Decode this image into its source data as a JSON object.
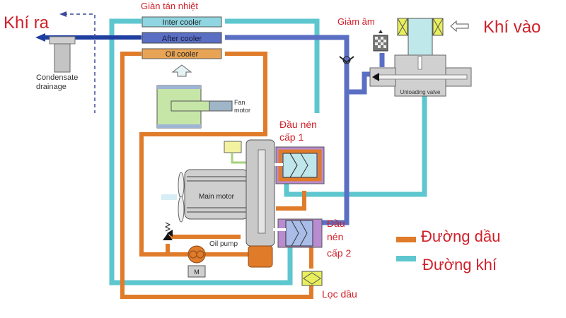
{
  "labels": {
    "air_out": "Khí ra",
    "air_in": "Khí vào",
    "radiator": "Giàn tán nhiệt",
    "silencer": "Giảm âm",
    "stage1": [
      "Đầu nén",
      "cấp 1"
    ],
    "stage2": [
      "Đầu",
      "nén",
      "cấp 2"
    ],
    "oil_filter": "Lọc dầu"
  },
  "components": {
    "inter_cooler": "Inter cooler",
    "after_cooler": "After cooler",
    "oil_cooler": "Oil cooler",
    "condensate": [
      "Condensate",
      "drainage"
    ],
    "fan_motor": [
      "Fan",
      "motor"
    ],
    "main_motor": "Main motor",
    "oil_pump": "Oil pump",
    "motor_m": "M",
    "unloading_valve": "Unloading valve"
  },
  "legend": [
    {
      "label": "Đường dầu",
      "color": "#e07b2a"
    },
    {
      "label": "Đường khí",
      "color": "#5ec6cf"
    }
  ],
  "colors": {
    "oil": "#e07b2a",
    "air": "#5ec6cf",
    "compressed": "#5a6fc4",
    "outlet": "#1f3fa0",
    "label_red": "#d0202a"
  }
}
